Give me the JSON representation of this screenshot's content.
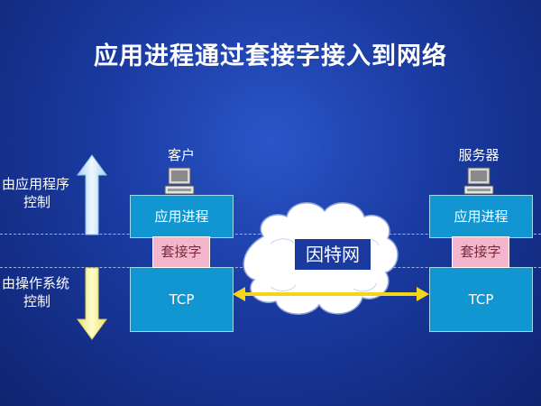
{
  "title": "应用进程通过套接字接入到网络",
  "left_labels": {
    "app_control_line1": "由应用程序",
    "app_control_line2": "控制",
    "os_control_line1": "由操作系统",
    "os_control_line2": "控制"
  },
  "client": {
    "label": "客户",
    "app_process": "应用进程",
    "socket": "套接字",
    "tcp": "TCP"
  },
  "server": {
    "label": "服务器",
    "app_process": "应用进程",
    "socket": "套接字",
    "tcp": "TCP"
  },
  "internet": "因特网",
  "colors": {
    "background": "#1a3aa0",
    "box": "#1296d2",
    "socket": "#f4b6cc",
    "link": "#f5d51a",
    "up_arrow": "#cfe8f6",
    "down_arrow": "#f3f09a"
  },
  "icons": {
    "client_host": "computer-icon",
    "server_host": "computer-icon"
  }
}
